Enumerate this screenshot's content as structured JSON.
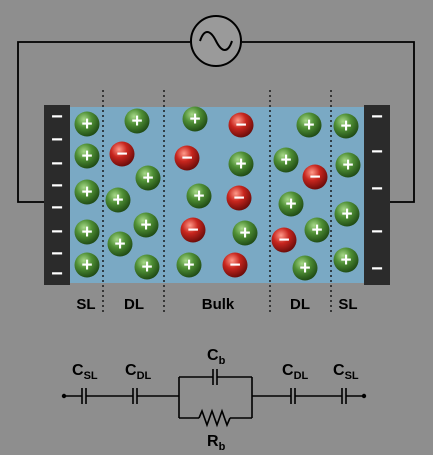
{
  "regions": [
    {
      "id": "sl_left",
      "label": "SL"
    },
    {
      "id": "dl_left",
      "label": "DL"
    },
    {
      "id": "bulk",
      "label": "Bulk"
    },
    {
      "id": "dl_right",
      "label": "DL"
    },
    {
      "id": "sl_right",
      "label": "SL"
    }
  ],
  "ion_signs": {
    "cation": "+",
    "anion": "−"
  },
  "electrode_signs": {
    "left": "−",
    "right": "−"
  },
  "circuit": {
    "c_sl_left": {
      "main": "C",
      "sub": "SL"
    },
    "c_dl_left": {
      "main": "C",
      "sub": "DL"
    },
    "c_b": {
      "main": "C",
      "sub": "b"
    },
    "r_b": {
      "main": "R",
      "sub": "b"
    },
    "c_dl_right": {
      "main": "C",
      "sub": "DL"
    },
    "c_sl_right": {
      "main": "C",
      "sub": "SL"
    }
  },
  "colors": {
    "background": "#8e8e8e",
    "electrolyte": "#7aa9c4",
    "electrode": "#2b2b2b",
    "cation": "#3d7a2b",
    "anion": "#b41d1d",
    "wire": "#000000"
  }
}
